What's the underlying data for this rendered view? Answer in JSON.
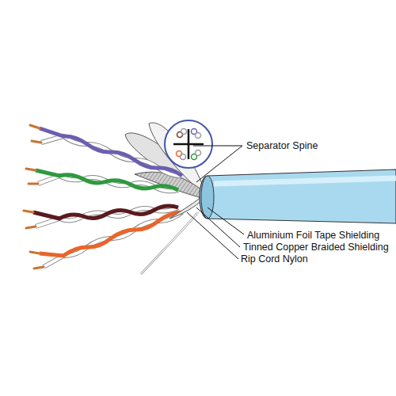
{
  "diagram": {
    "labels": [
      "Separator Spine",
      "Aluminium Foil Tape Shielding",
      "Tinned Copper Braided Shielding",
      "Rip Cord Nylon"
    ]
  }
}
